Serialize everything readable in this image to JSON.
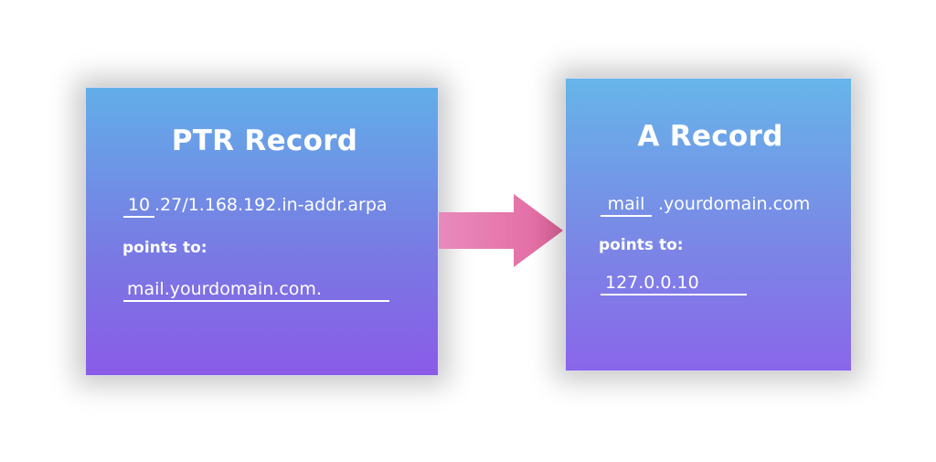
{
  "ptr_record": {
    "title": "PTR Record",
    "host_part": "10",
    "zone_part": ".27/1.168.192.in-addr.arpa",
    "points_to_label": "points to:",
    "target": "mail.yourdomain.com."
  },
  "a_record": {
    "title": "A Record",
    "host_part": "mail",
    "domain_part": ".yourdomain.com",
    "points_to_label": "points to:",
    "target": "127.0.0.10"
  },
  "colors": {
    "card_top": "#62aee9",
    "card_bottom": "#8a5be8",
    "arrow": "#ee86b8",
    "text": "#ffffff"
  },
  "icons": {
    "connector": "arrow-right-icon"
  }
}
